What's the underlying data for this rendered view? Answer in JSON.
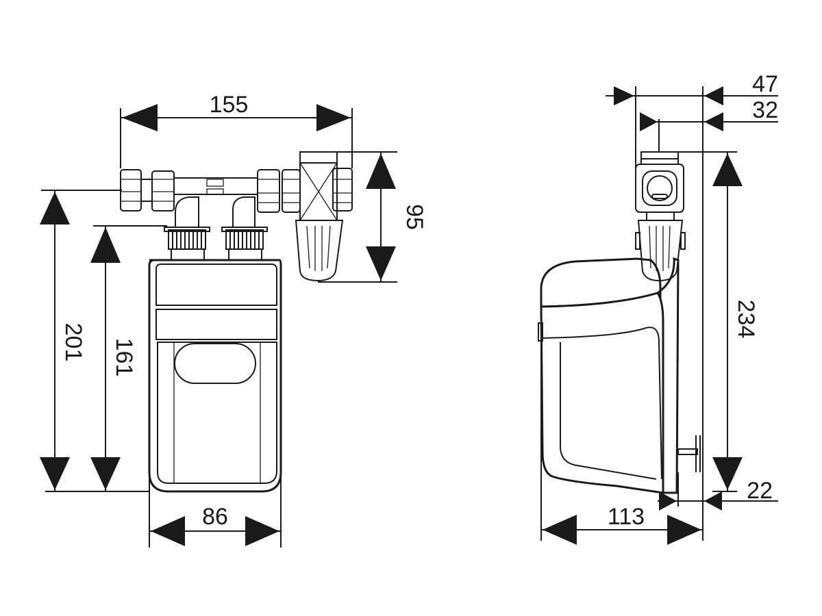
{
  "front_view": {
    "width_label": "86",
    "connector_span_label": "155",
    "total_height_label": "201",
    "body_height_label": "161",
    "valve_height_label": "95"
  },
  "side_view": {
    "depth_label": "113",
    "offset_outer_label": "47",
    "offset_inner_label": "32",
    "total_height_label": "234",
    "bottom_offset_label": "22"
  }
}
